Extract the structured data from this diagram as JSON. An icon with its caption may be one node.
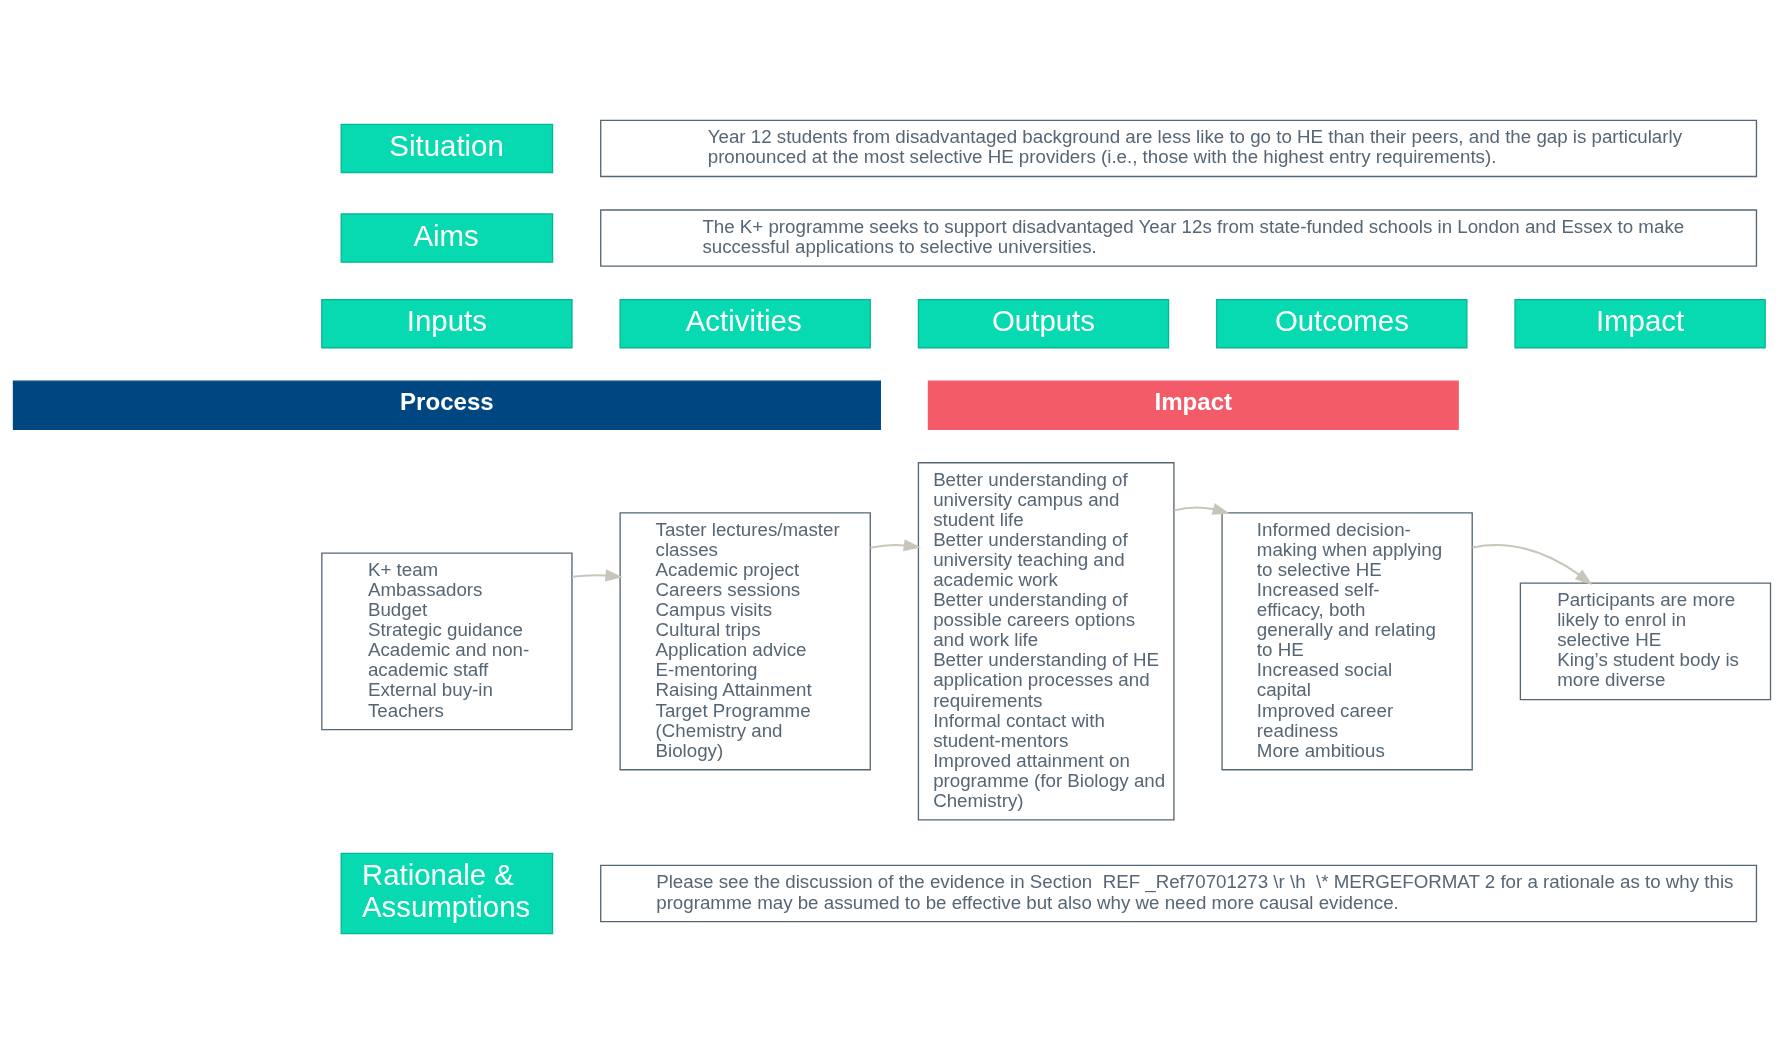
{
  "diagram": {
    "nodes": [
      {
        "text": [
          "Situation"
        ]
      },
      {
        "text": [
          "Year 12 students from disadvantaged background are less like to go to HE than their peers, and the gap is particularly pronounced at the most selective HE providers (i.e., those with the highest entry requirements)."
        ]
      },
      {
        "text": [
          "Aims"
        ]
      },
      {
        "text": [
          "The K+ programme seeks to support disadvantaged Year 12s from state-funded schools in London and Essex to make successful applications to selective universities."
        ]
      },
      {
        "text": [
          "Inputs"
        ]
      },
      {
        "text": [
          "Activities"
        ]
      },
      {
        "text": [
          "Outputs"
        ]
      },
      {
        "text": [
          "Outcomes"
        ]
      },
      {
        "text": [
          "Impact"
        ]
      },
      {
        "text": [
          "Process"
        ]
      },
      {
        "text": [
          "Impact"
        ]
      },
      {
        "text": [
          "K+ team",
          "Ambassadors",
          "Budget",
          "Strategic guidance",
          "Academic and non-academic staff",
          "External buy-in",
          "Teachers"
        ]
      },
      {
        "text": [
          "Taster lectures/master classes",
          "Academic project",
          "Careers sessions",
          "Campus visits",
          "Cultural trips",
          "Application advice",
          "E-mentoring",
          "Raising Attainment Target Programme (Chemistry and Biology)"
        ]
      },
      {
        "text": [
          "Better understanding of university campus and student life",
          "Better understanding of university teaching and academic work",
          "Better understanding of possible careers options and work life",
          "Better understanding of HE application processes and requirements",
          "Informal contact with student-mentors",
          "Improved attainment on programme (for Biology and Chemistry)"
        ]
      },
      {
        "text": [
          "Informed decision-making when applying to selective HE",
          "Increased self-efficacy, both generally and relating to HE",
          "Increased social capital",
          "Improved career readiness",
          "More ambitious"
        ]
      },
      {
        "text": [
          "Participants are more likely to enrol in selective HE",
          "King’s student body is more diverse"
        ]
      },
      {
        "text": [
          "Rationale & Assumptions"
        ]
      },
      {
        "text": [
          "Please see the discussion of the evidence in Section  REF _Ref70701273 \\r \\h  \\* MERGEFORMAT 2 for a rationale as to why this programme may be assumed to be effective but also why we need more causal evidence."
        ]
      }
    ],
    "edges": [
      {
        "from": 11,
        "to": 12,
        "arrow": "to"
      },
      {
        "from": 12,
        "to": 13,
        "arrow": "to"
      },
      {
        "from": 13,
        "to": 14,
        "arrow": "to"
      },
      {
        "from": 14,
        "to": 15,
        "arrow": "to"
      }
    ]
  }
}
